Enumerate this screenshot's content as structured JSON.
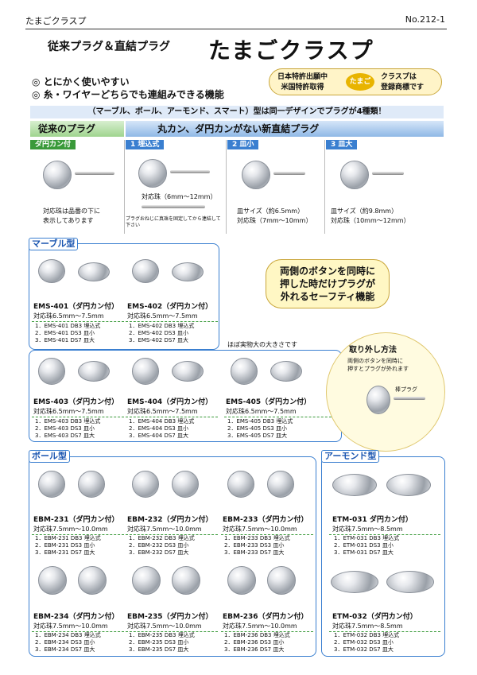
{
  "header": {
    "brand": "たまごクラスプ",
    "number": "No.212-1"
  },
  "title": {
    "sub": "従来プラグ＆直結プラグ",
    "main": "たまごクラスプ"
  },
  "bullets": [
    "◎ とにかく使いやすい",
    "◎ 糸・ワイヤーどちらでも連組みできる機能"
  ],
  "patent": {
    "line1": "日本特許出願中",
    "line2": "米国特許取得",
    "oval": "たまご",
    "line3": "クラスプは",
    "line4": "登録商標です"
  },
  "note": "（マーブル、ボール、アーモンド、スマート）型は同一デザインでプラグが4種類！",
  "bands": {
    "old": "従来のプラグ",
    "new": "丸カン、ダ円カンがない新直結プラグ"
  },
  "plugs": [
    {
      "tab": "ダ円カン付",
      "text1": "対応珠は品番の下に",
      "text2": "表示してあります"
    },
    {
      "tab": "1 埋込式",
      "text1": "対応珠（6mm〜12mm）",
      "text2": "プラグおねじに真珠を固定してから連結して下さい"
    },
    {
      "tab": "2 皿小",
      "text1": "皿サイズ（約6.5mm）",
      "text2": "対応珠（7mm〜10mm）"
    },
    {
      "tab": "3 皿大",
      "text1": "皿サイズ（約9.8mm）",
      "text2": "対応珠（10mm〜12mm）"
    }
  ],
  "marble": {
    "title": "マーブル型",
    "items": [
      {
        "name": "EMS-401（ダ円カン付）",
        "range": "対応珠6.5mm〜7.5mm",
        "list": [
          "1．EMS-401 DB3 埋込式",
          "2．EMS-401 DS3 皿小",
          "3．EMS-401 DS7 皿大"
        ]
      },
      {
        "name": "EMS-402（ダ円カン付）",
        "range": "対応珠6.5mm〜7.5mm",
        "list": [
          "1．EMS-402 DB3 埋込式",
          "2．EMS-402 DS3 皿小",
          "3．EMS-402 DS7 皿大"
        ]
      },
      {
        "name": "EMS-403（ダ円カン付）",
        "range": "対応珠6.5mm〜7.5mm",
        "list": [
          "1．EMS-403 DB3 埋込式",
          "2．EMS-403 DS3 皿小",
          "3．EMS-403 DS7 皿大"
        ]
      },
      {
        "name": "EMS-404（ダ円カン付）",
        "range": "対応珠6.5mm〜7.5mm",
        "list": [
          "1．EMS-404 DB3 埋込式",
          "2．EMS-404 DS3 皿小",
          "3．EMS-404 DS7 皿大"
        ]
      },
      {
        "name": "EMS-405（ダ円カン付）",
        "range": "対応珠6.5mm〜7.5mm",
        "list": [
          "1．EMS-405 DB3 埋込式",
          "2．EMS-405 DS3 皿小",
          "3．EMS-405 DS7 皿大"
        ]
      }
    ]
  },
  "scale_note": "ほぼ実物大の大きさです",
  "callout": [
    "両側のボタンを同時に",
    "押した時だけプラグが",
    "外れるセーフティ機能"
  ],
  "removal": {
    "title": "取り外し方法",
    "desc1": "両側のボタンを同時に",
    "desc2": "押すとプラグが外れます",
    "plug": "棒プラグ"
  },
  "ball": {
    "title": "ボール型",
    "items": [
      {
        "name": "EBM-231（ダ円カン付）",
        "range": "対応珠7.5mm〜10.0mm",
        "list": [
          "1．EBM-231 DB3 埋込式",
          "2．EBM-231 DS3 皿小",
          "3．EBM-231 DS7 皿大"
        ]
      },
      {
        "name": "EBM-232（ダ円カン付）",
        "range": "対応珠7.5mm〜10.0mm",
        "list": [
          "1．EBM-232 DB3 埋込式",
          "2．EBM-232 DS3 皿小",
          "3．EBM-232 DS7 皿大"
        ]
      },
      {
        "name": "EBM-233（ダ円カン付）",
        "range": "対応珠7.5mm〜10.0mm",
        "list": [
          "1．EBM-233 DB3 埋込式",
          "2．EBM-233 DS3 皿小",
          "3．EBM-233 DS7 皿大"
        ]
      },
      {
        "name": "EBM-234（ダ円カン付）",
        "range": "対応珠7.5mm〜10.0mm",
        "list": [
          "1．EBM-234 DB3 埋込式",
          "2．EBM-234 DS3 皿小",
          "3．EBM-234 DS7 皿大"
        ]
      },
      {
        "name": "EBM-235（ダ円カン付）",
        "range": "対応珠7.5mm〜10.0mm",
        "list": [
          "1．EBM-235 DB3 埋込式",
          "2．EBM-235 DS3 皿小",
          "3．EBM-235 DS7 皿大"
        ]
      },
      {
        "name": "EBM-236（ダ円カン付）",
        "range": "対応珠7.5mm〜10.0mm",
        "list": [
          "1．EBM-236 DB3 埋込式",
          "2．EBM-236 DS3 皿小",
          "3．EBM-236 DS7 皿大"
        ]
      }
    ]
  },
  "almond": {
    "title": "アーモンド型",
    "items": [
      {
        "name": "ETM-031 ダ円カン付）",
        "range": "対応珠7.5mm〜8.5mm",
        "list": [
          "1．ETM-031 DB3 埋込式",
          "2．ETM-031 DS3 皿小",
          "3．ETM-031 DS7 皿大"
        ]
      },
      {
        "name": "ETM-032（ダ円カン付）",
        "range": "対応珠7.5mm〜8.5mm",
        "list": [
          "1．ETM-032 DB3 埋込式",
          "2．ETM-032 DS3 皿小",
          "3．ETM-032 DS7 皿大"
        ]
      }
    ]
  }
}
